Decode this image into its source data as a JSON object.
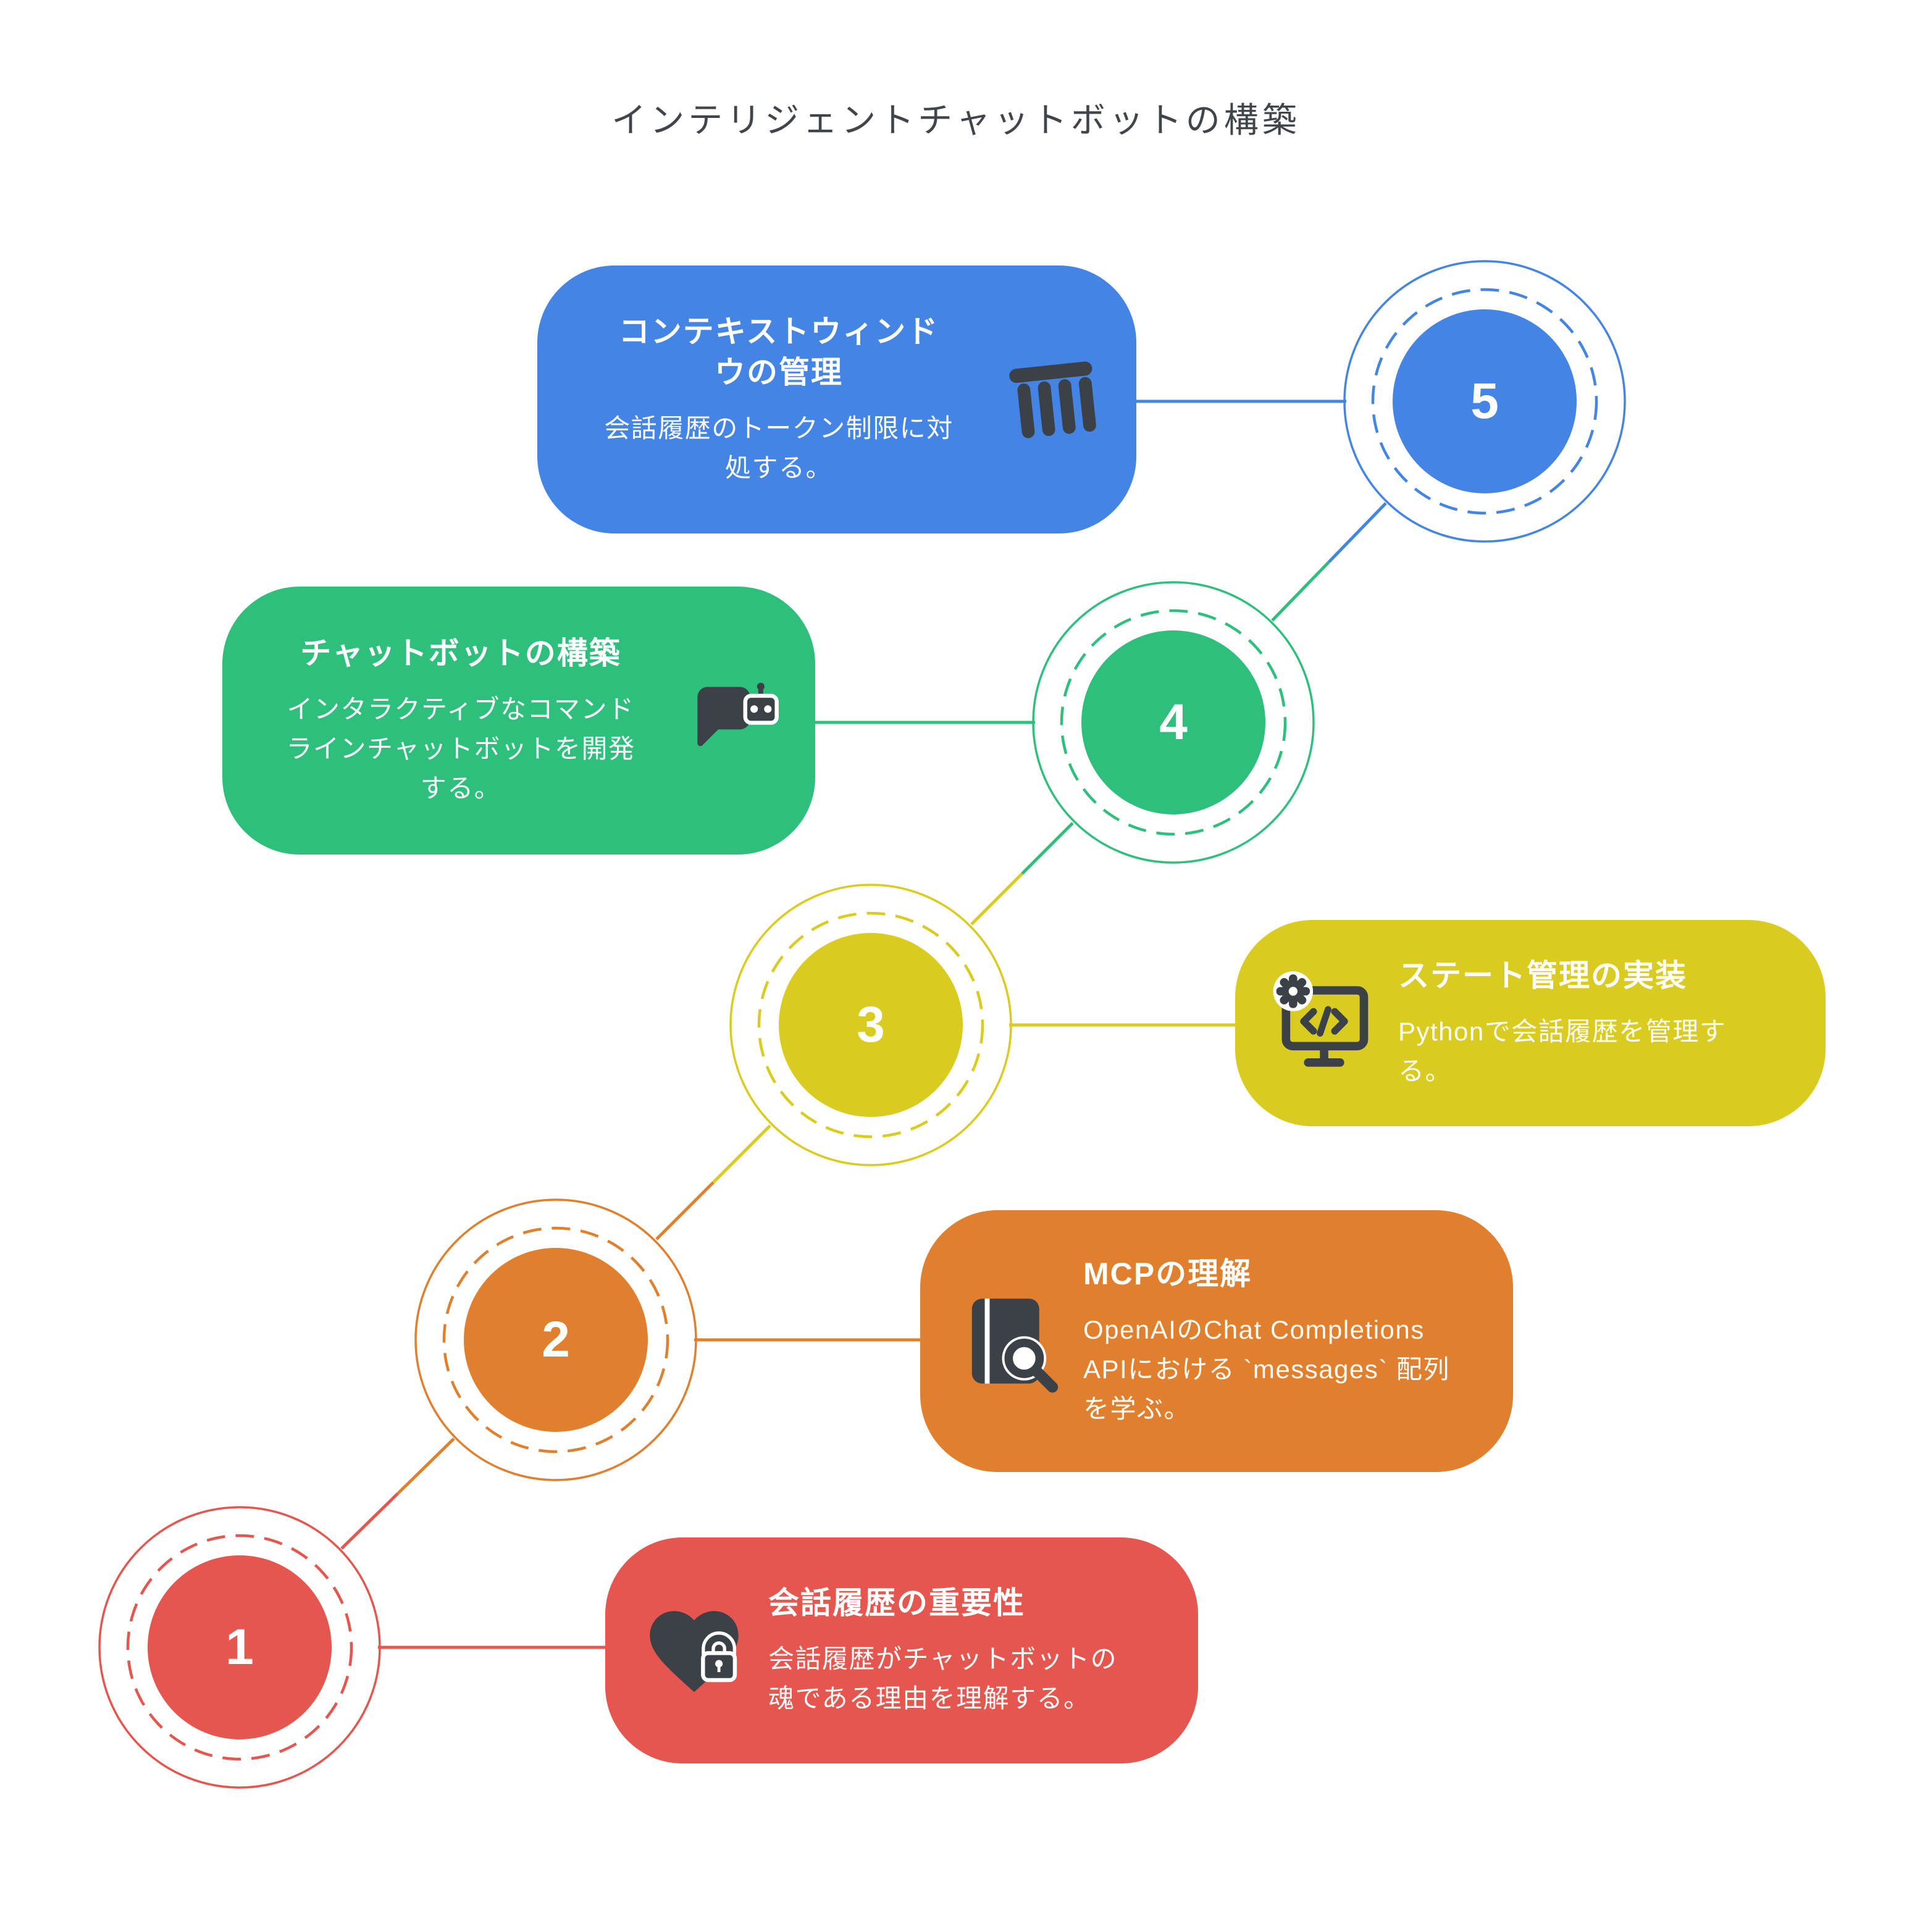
{
  "page": {
    "title": "インテリジェントチャットボットの構築",
    "background": "#ffffff",
    "title_color": "#3F454B",
    "icon_color": "#3B4146"
  },
  "steps": [
    {
      "number": "1",
      "color": "#E4564E",
      "icon": "heart-lock-icon",
      "title": "会話履歴の重要性",
      "body": "会話履歴がチャットボットの\n魂である理由を理解する。"
    },
    {
      "number": "2",
      "color": "#E0802E",
      "icon": "book-search-icon",
      "title": "MCPの理解",
      "body": "OpenAIのChat Completions\nAPIにおける `messages` 配列\nを学ぶ。"
    },
    {
      "number": "3",
      "color": "#D9CB20",
      "icon": "monitor-code-gear-icon",
      "title": "ステート管理の実装",
      "body": "Pythonで会話履歴を管理す\nる。"
    },
    {
      "number": "4",
      "color": "#2FBF7D",
      "icon": "chat-robot-icon",
      "title": "チャットボットの構築",
      "body": "インタラクティブなコマンド\nラインチャットボットを開発\nする。"
    },
    {
      "number": "5",
      "color": "#4484E4",
      "icon": "columns-icon",
      "title": "コンテキストウィンド\nウの管理",
      "body": "会話履歴のトークン制限に対\n処する。"
    }
  ]
}
